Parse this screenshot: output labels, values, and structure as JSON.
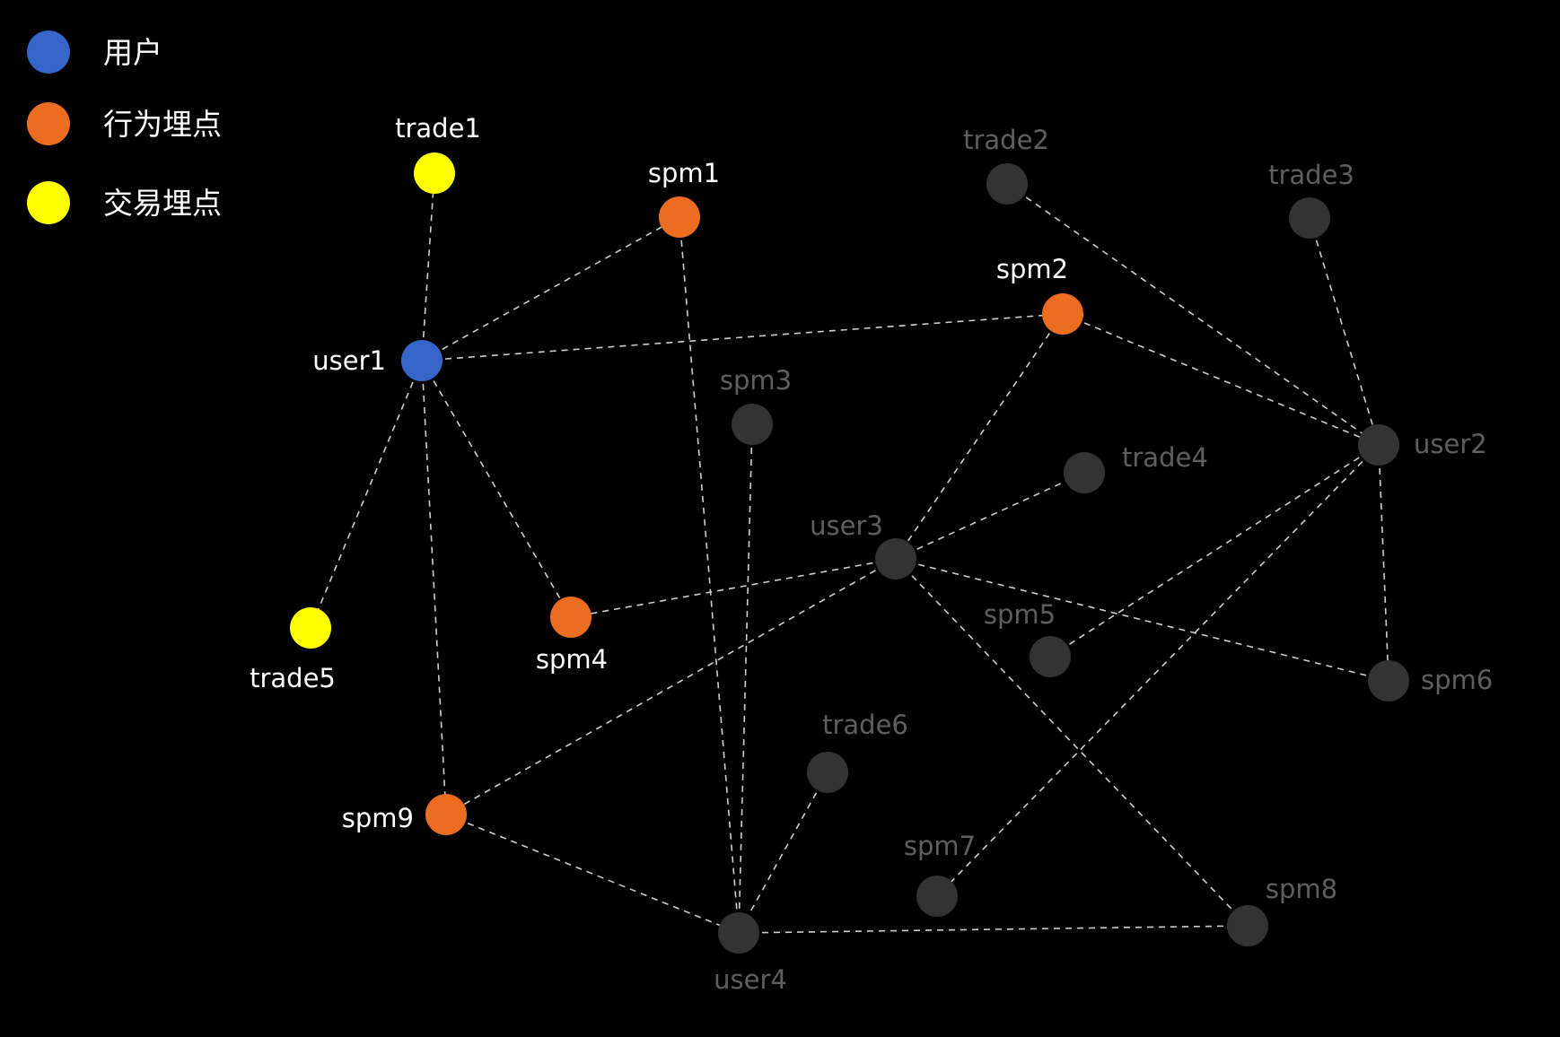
{
  "colors": {
    "user": "#3565c8",
    "behavior": "#ec6c22",
    "trade": "#ffff00",
    "inactive": "#333333",
    "active_label": "#ffffff",
    "inactive_label": "#5f5f5f",
    "edge": "#cfcfcf"
  },
  "legend": [
    {
      "label": "用户",
      "kind": "user"
    },
    {
      "label": "行为埋点",
      "kind": "behavior"
    },
    {
      "label": "交易埋点",
      "kind": "trade"
    }
  ],
  "nodes": [
    {
      "id": "user1",
      "label": "user1",
      "kind": "user"
    },
    {
      "id": "trade1",
      "label": "trade1",
      "kind": "trade"
    },
    {
      "id": "spm1",
      "label": "spm1",
      "kind": "behavior"
    },
    {
      "id": "spm2",
      "label": "spm2",
      "kind": "behavior"
    },
    {
      "id": "spm4",
      "label": "spm4",
      "kind": "behavior"
    },
    {
      "id": "spm9",
      "label": "spm9",
      "kind": "behavior"
    },
    {
      "id": "trade5",
      "label": "trade5",
      "kind": "trade"
    },
    {
      "id": "trade2",
      "label": "trade2",
      "kind": "inactive"
    },
    {
      "id": "trade3",
      "label": "trade3",
      "kind": "inactive"
    },
    {
      "id": "spm3",
      "label": "spm3",
      "kind": "inactive"
    },
    {
      "id": "trade4",
      "label": "trade4",
      "kind": "inactive"
    },
    {
      "id": "user2",
      "label": "user2",
      "kind": "inactive"
    },
    {
      "id": "user3",
      "label": "user3",
      "kind": "inactive"
    },
    {
      "id": "spm5",
      "label": "spm5",
      "kind": "inactive"
    },
    {
      "id": "spm6",
      "label": "spm6",
      "kind": "inactive"
    },
    {
      "id": "trade6",
      "label": "trade6",
      "kind": "inactive"
    },
    {
      "id": "spm7",
      "label": "spm7",
      "kind": "inactive"
    },
    {
      "id": "spm8",
      "label": "spm8",
      "kind": "inactive"
    },
    {
      "id": "user4",
      "label": "user4",
      "kind": "inactive"
    }
  ],
  "edges": [
    [
      "user1",
      "trade1"
    ],
    [
      "user1",
      "spm1"
    ],
    [
      "user1",
      "spm2"
    ],
    [
      "user1",
      "spm4"
    ],
    [
      "user1",
      "trade5"
    ],
    [
      "user1",
      "spm9"
    ],
    [
      "spm1",
      "user4"
    ],
    [
      "spm2",
      "user3"
    ],
    [
      "spm2",
      "user2"
    ],
    [
      "trade2",
      "user2"
    ],
    [
      "trade3",
      "user2"
    ],
    [
      "spm3",
      "user4"
    ],
    [
      "user3",
      "trade4"
    ],
    [
      "user3",
      "spm4"
    ],
    [
      "user3",
      "spm9"
    ],
    [
      "user3",
      "spm6"
    ],
    [
      "user3",
      "spm8"
    ],
    [
      "user2",
      "spm5"
    ],
    [
      "user2",
      "spm7"
    ],
    [
      "user2",
      "spm6"
    ],
    [
      "spm9",
      "user4"
    ],
    [
      "trade6",
      "user4"
    ],
    [
      "user4",
      "spm8"
    ]
  ]
}
